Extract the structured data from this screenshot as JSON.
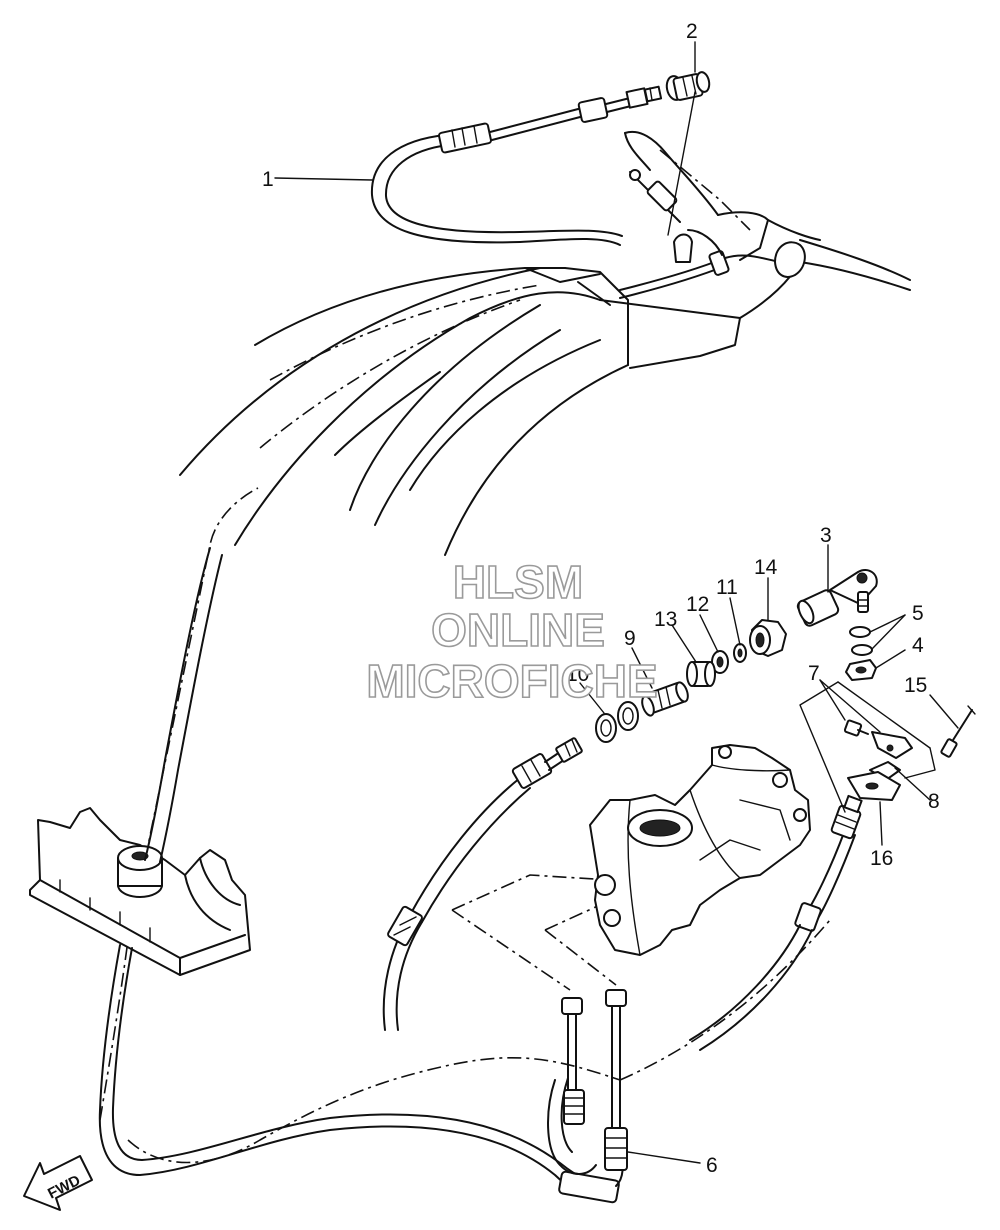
{
  "watermark": {
    "line1": "HLSM",
    "line2": "ONLINE",
    "line3": "MICROFICHE"
  },
  "direction_indicator": "FWD",
  "callouts": [
    {
      "id": "c1",
      "label": "1"
    },
    {
      "id": "c2",
      "label": "2"
    },
    {
      "id": "c3",
      "label": "3"
    },
    {
      "id": "c4",
      "label": "4"
    },
    {
      "id": "c5",
      "label": "5"
    },
    {
      "id": "c6",
      "label": "6"
    },
    {
      "id": "c7",
      "label": "7"
    },
    {
      "id": "c8",
      "label": "8"
    },
    {
      "id": "c9",
      "label": "9"
    },
    {
      "id": "c10",
      "label": "10"
    },
    {
      "id": "c11",
      "label": "11"
    },
    {
      "id": "c12",
      "label": "12"
    },
    {
      "id": "c13",
      "label": "13"
    },
    {
      "id": "c14",
      "label": "14"
    },
    {
      "id": "c15",
      "label": "15"
    },
    {
      "id": "c16",
      "label": "16"
    }
  ]
}
